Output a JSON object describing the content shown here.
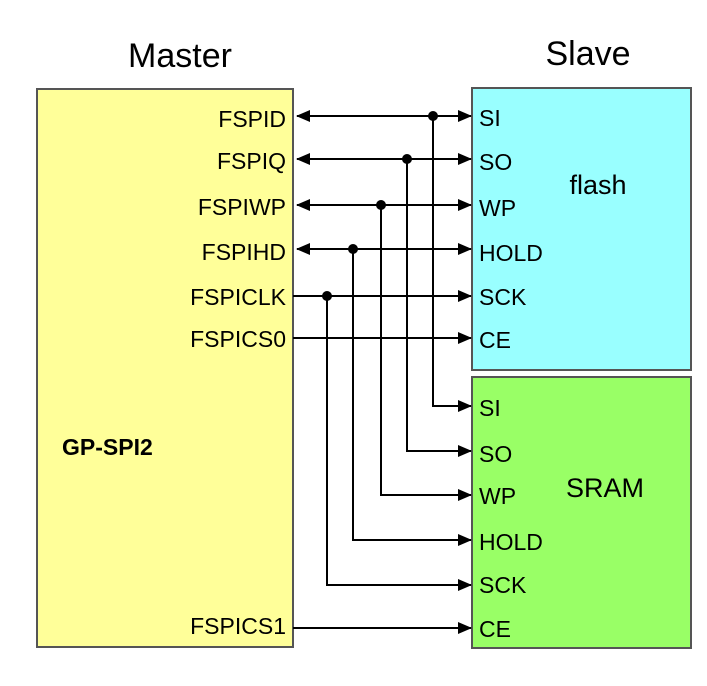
{
  "headers": {
    "master": "Master",
    "slave": "Slave"
  },
  "master": {
    "name": "GP-SPI2",
    "signals": [
      "FSPID",
      "FSPIQ",
      "FSPIWP",
      "FSPIHD",
      "FSPICLK",
      "FSPICS0",
      "FSPICS1"
    ]
  },
  "flash": {
    "name": "flash",
    "pins": [
      "SI",
      "SO",
      "WP",
      "HOLD",
      "SCK",
      "CE"
    ]
  },
  "sram": {
    "name": "SRAM",
    "pins": [
      "SI",
      "SO",
      "WP",
      "HOLD",
      "SCK",
      "CE"
    ]
  },
  "colors": {
    "master_fill": "#ffff99",
    "flash_fill": "#99ffff",
    "sram_fill": "#99ff66",
    "wire": "#000000"
  }
}
